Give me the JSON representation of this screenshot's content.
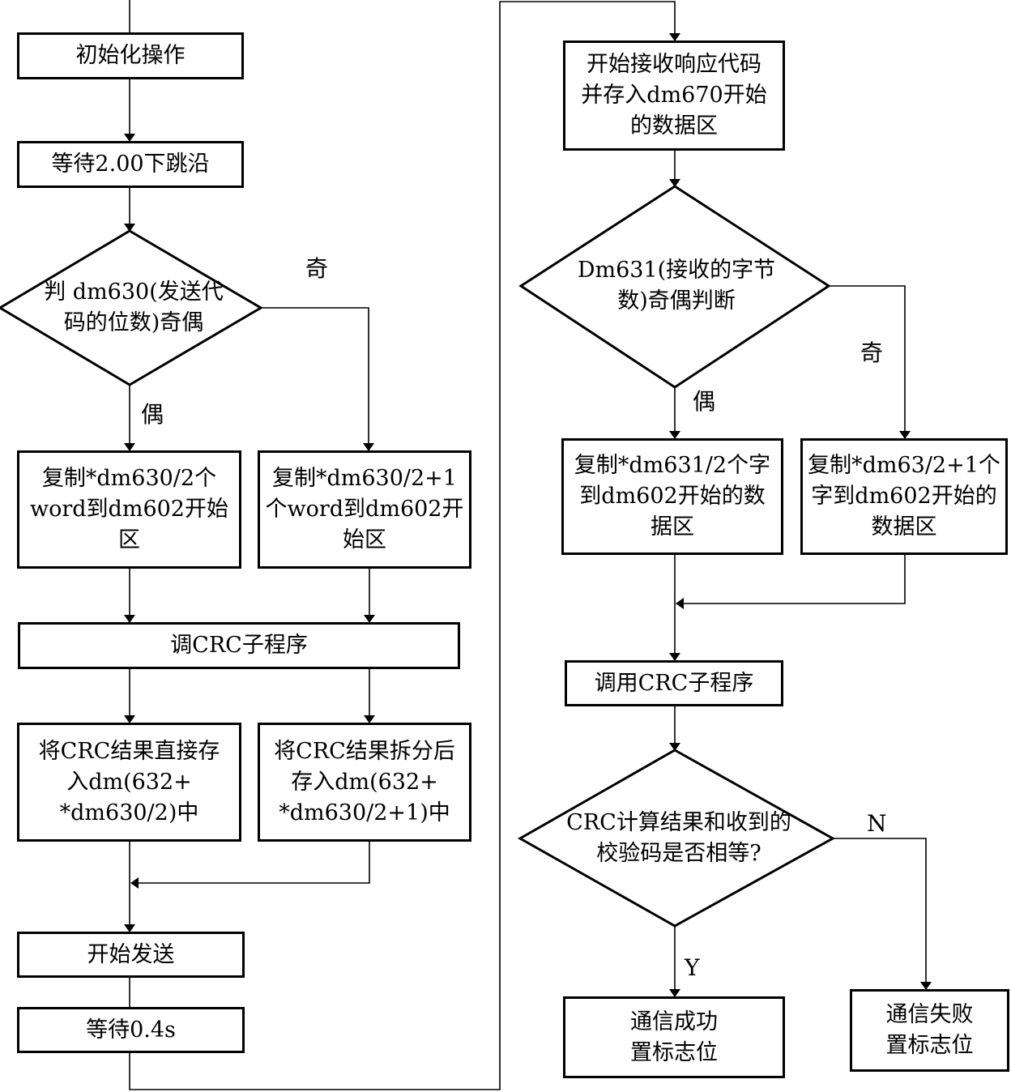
{
  "nodes": {
    "init": "初始化操作",
    "wait_edge": "等待2.00下跳沿",
    "check_send": "判 dm630(发送代\n码的位数)奇偶",
    "copy_even": "复制*dm630/2个\nword到dm602开始\n区",
    "copy_odd": "复制*dm630/2+1\n个word到dm602开\n始区",
    "call_crc_1": "调CRC子程序",
    "store_direct": "将CRC结果直接存\n入dm(632+\n*dm630/2)中",
    "store_split": "将CRC结果拆分后\n存入dm(632+\n*dm630/2+1)中",
    "start_send": "开始发送",
    "wait_04": "等待0.4s",
    "receive": "开始接收响应代码\n并存入dm670开始\n的数据区",
    "check_recv": "Dm631(接收的字节\n数)奇偶判断",
    "copy_even_r": "复制*dm631/2个字\n到dm602开始的数\n据区",
    "copy_odd_r": "复制*dm63/2+1个\n字到dm602开始的\n数据区",
    "call_crc_2": "调用CRC子程序",
    "crc_compare": "CRC计算结果和收到的\n校验码是否相等?",
    "success": "通信成功\n置标志位",
    "fail": "通信失败\n置标志位"
  },
  "edge_labels": {
    "odd_left": "奇",
    "even_left": "偶",
    "odd_right": "奇",
    "even_right": "偶",
    "yes": "Y",
    "no": "N"
  }
}
